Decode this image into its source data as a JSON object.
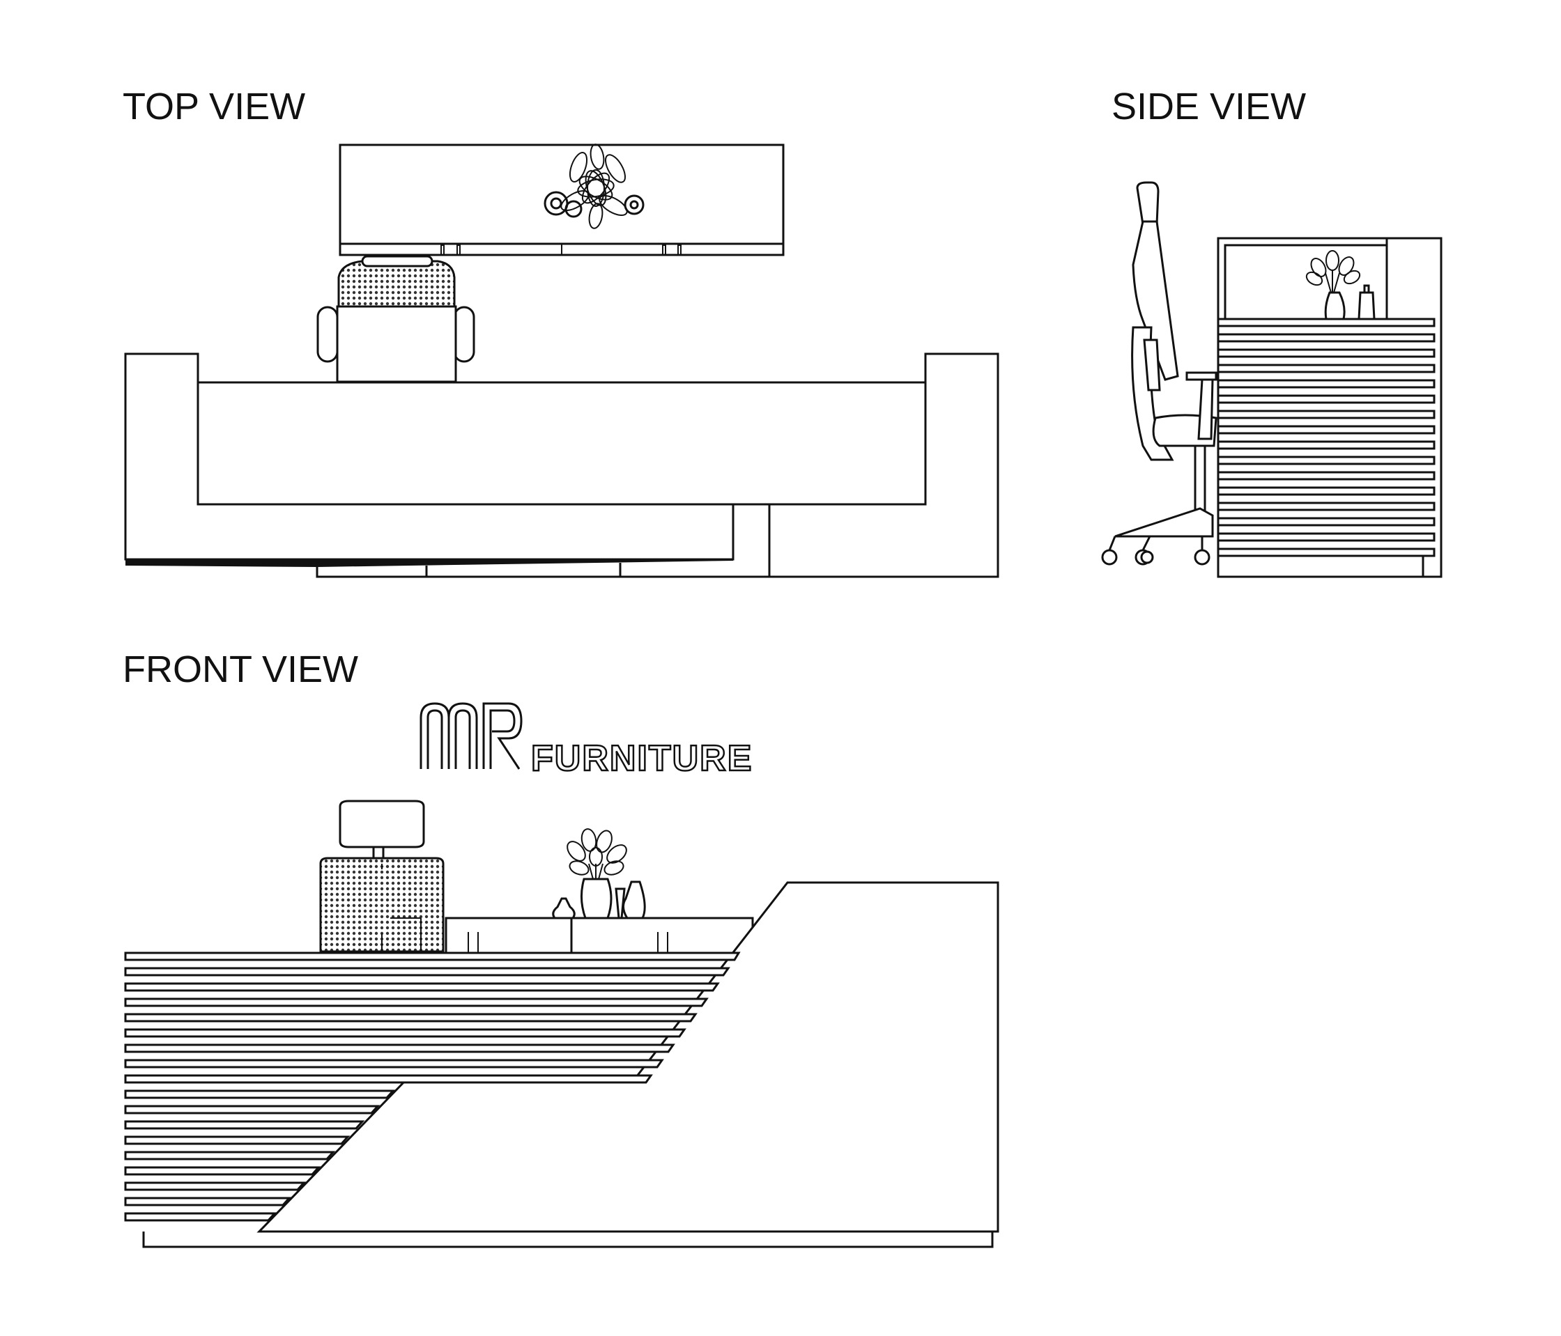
{
  "labels": {
    "top_view": "TOP VIEW",
    "side_view": "SIDE VIEW",
    "front_view": "FRONT VIEW"
  },
  "brand": {
    "logo_mark": "MR",
    "wordmark": "FURNITURE"
  }
}
